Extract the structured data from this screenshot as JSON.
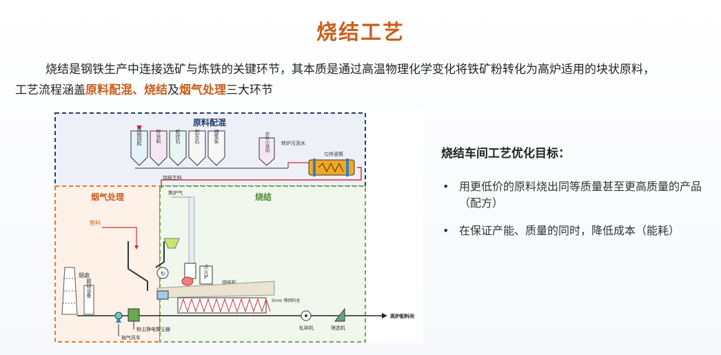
{
  "page": {
    "title": "烧结工艺",
    "intro_p1": "烧结是钢铁生产中连接选矿与炼铁的关键环节，其本质是通过高温物理化学变化将铁矿粉转化为高炉适用的块状原料，",
    "intro_p2_pre": "工艺流程涵盖",
    "intro_hl1": "原料配混、烧结",
    "intro_mid": "及",
    "intro_hl2": "烟气处理",
    "intro_p2_post": "三大环节"
  },
  "diagram": {
    "zone_mix": "原料配混",
    "zone_flue": "烟气处理",
    "zone_sinter": "烧结",
    "silos": [
      "烧结回料",
      "拌合料",
      "蛇纹石",
      "石灰石",
      "细焦炭"
    ],
    "silo_misc": "杂料小球团",
    "converter_water": "转炉污泥水",
    "mixer": "匀拌滚筒",
    "sinter_feed": "烧结生料",
    "coke_gas": "焦炉气",
    "bedding": "垫料",
    "ignition": "点火炉",
    "machine": "烧结机",
    "chimney": "烟囱",
    "desulf": "脱硝设备",
    "dust": "粉尘静电集尘器",
    "fan": "抽气风车",
    "grain": "5mm 筛回料仓",
    "crusher": "轧碎机",
    "screen": "筛选机",
    "to_bf": "高炉配料间"
  },
  "goals": {
    "title": "烧结车间工艺优化目标：",
    "bullet": "•",
    "items": [
      "用更低价的原料烧出同等质量甚至更高质量的产品（配方）",
      "在保证产能、质量的同时，降低成本（能耗）"
    ]
  },
  "colors": {
    "accent": "#c8601d",
    "mix_border": "#1f3a68",
    "flue_border": "#e07a2e",
    "sinter_border": "#6aa84f"
  }
}
